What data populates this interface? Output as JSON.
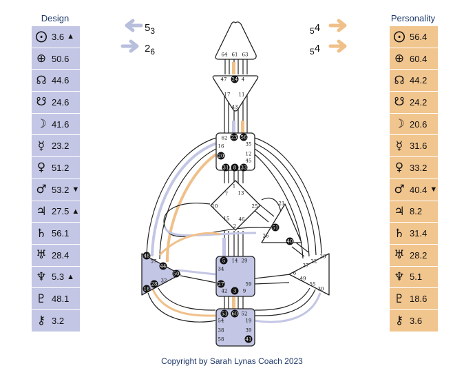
{
  "design": {
    "title": "Design",
    "rows": [
      {
        "symbol": "⨀",
        "icon": "sun-icon",
        "value": "3.6",
        "mark": "▲"
      },
      {
        "symbol": "⊕",
        "icon": "earth-icon",
        "value": "50.6",
        "mark": ""
      },
      {
        "symbol": "☊",
        "icon": "north-node-icon",
        "value": "44.6",
        "mark": ""
      },
      {
        "symbol": "☋",
        "icon": "south-node-icon",
        "value": "24.6",
        "mark": ""
      },
      {
        "symbol": "☽",
        "icon": "moon-icon",
        "value": "41.6",
        "mark": ""
      },
      {
        "symbol": "☿",
        "icon": "mercury-icon",
        "value": "23.2",
        "mark": ""
      },
      {
        "symbol": "♀",
        "icon": "venus-icon",
        "value": "51.2",
        "mark": ""
      },
      {
        "symbol": "♂",
        "icon": "mars-icon",
        "value": "53.2",
        "mark": "▼"
      },
      {
        "symbol": "♃",
        "icon": "jupiter-icon",
        "value": "27.5",
        "mark": "▲"
      },
      {
        "symbol": "♄",
        "icon": "saturn-icon",
        "value": "56.1",
        "mark": ""
      },
      {
        "symbol": "♅",
        "icon": "uranus-icon",
        "value": "28.4",
        "mark": ""
      },
      {
        "symbol": "♆",
        "icon": "neptune-icon",
        "value": "5.3",
        "mark": "▲"
      },
      {
        "symbol": "♇",
        "icon": "pluto-icon",
        "value": "48.1",
        "mark": ""
      },
      {
        "symbol": "⚷",
        "icon": "chiron-icon",
        "value": "3.2",
        "mark": ""
      }
    ]
  },
  "personality": {
    "title": "Personality",
    "rows": [
      {
        "symbol": "⨀",
        "icon": "sun-icon",
        "value": "56.4",
        "mark": ""
      },
      {
        "symbol": "⊕",
        "icon": "earth-icon",
        "value": "60.4",
        "mark": ""
      },
      {
        "symbol": "☊",
        "icon": "north-node-icon",
        "value": "44.2",
        "mark": ""
      },
      {
        "symbol": "☋",
        "icon": "south-node-icon",
        "value": "24.2",
        "mark": ""
      },
      {
        "symbol": "☽",
        "icon": "moon-icon",
        "value": "20.6",
        "mark": ""
      },
      {
        "symbol": "☿",
        "icon": "mercury-icon",
        "value": "31.6",
        "mark": ""
      },
      {
        "symbol": "♀",
        "icon": "venus-icon",
        "value": "33.2",
        "mark": ""
      },
      {
        "symbol": "♂",
        "icon": "mars-icon",
        "value": "40.4",
        "mark": "▼"
      },
      {
        "symbol": "♃",
        "icon": "jupiter-icon",
        "value": "8.2",
        "mark": ""
      },
      {
        "symbol": "♄",
        "icon": "saturn-icon",
        "value": "31.4",
        "mark": ""
      },
      {
        "symbol": "♅",
        "icon": "uranus-icon",
        "value": "28.2",
        "mark": ""
      },
      {
        "symbol": "♆",
        "icon": "neptune-icon",
        "value": "5.1",
        "mark": ""
      },
      {
        "symbol": "♇",
        "icon": "pluto-icon",
        "value": "18.6",
        "mark": ""
      },
      {
        "symbol": "⚷",
        "icon": "chiron-icon",
        "value": "3.6",
        "mark": ""
      }
    ]
  },
  "variables": {
    "left_top": {
      "big": "5",
      "small": "3"
    },
    "left_bottom": {
      "big": "2",
      "small": "6"
    },
    "right_top": {
      "small": "5",
      "big": "4"
    },
    "right_bottom": {
      "small": "5",
      "big": "4"
    }
  },
  "colors": {
    "design": "#c3c6e4",
    "personality": "#f1c58e",
    "design_arrow": "#b8bfdc",
    "personality_arrow": "#f0c08a",
    "title_text": "#1f3a6b"
  },
  "bodygraph": {
    "head_gates": [
      "64",
      "61",
      "63"
    ],
    "ajna_gates": [
      "47",
      "24",
      "4",
      "17",
      "43",
      "11"
    ],
    "throat_gates": [
      "62",
      "23",
      "56",
      "16",
      "35",
      "20",
      "12",
      "45",
      "31",
      "8",
      "33"
    ],
    "g_gates": [
      "1",
      "7",
      "13",
      "10",
      "25",
      "15",
      "46",
      "2"
    ],
    "ego_gates": [
      "21",
      "51",
      "26",
      "40"
    ],
    "spleen_gates": [
      "48",
      "57",
      "44",
      "50",
      "32",
      "28",
      "18"
    ],
    "sacral_gates": [
      "5",
      "14",
      "29",
      "34",
      "27",
      "59",
      "42",
      "3",
      "9"
    ],
    "solar_plexus_gates": [
      "36",
      "22",
      "37",
      "6",
      "49",
      "55",
      "30"
    ],
    "root_gates": [
      "53",
      "60",
      "52",
      "54",
      "19",
      "38",
      "39",
      "58",
      "41"
    ]
  },
  "copyright": "Copyright by Sarah Lynas Coach 2023"
}
